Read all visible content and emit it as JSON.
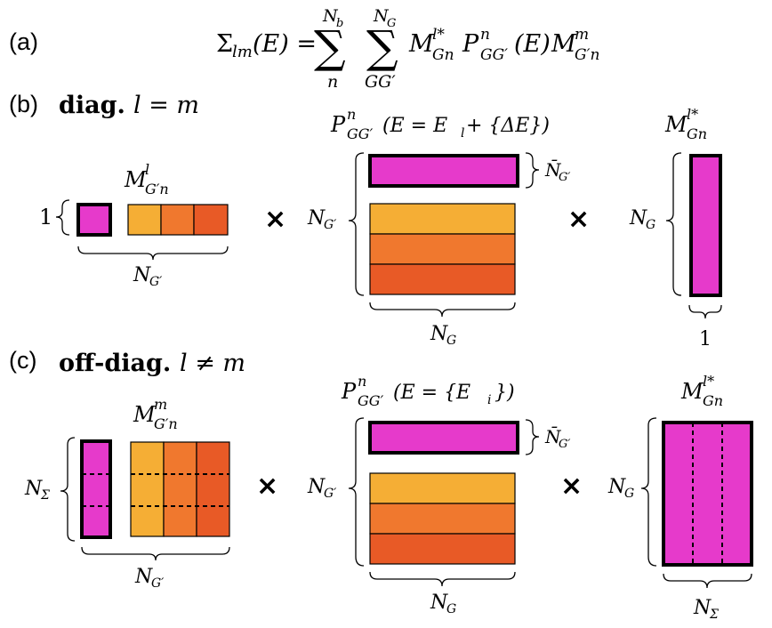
{
  "panel_labels": {
    "a": "(a)",
    "b": "(b)",
    "c": "(c)"
  },
  "equation": {
    "lhs": "Σ",
    "lhs_sub": "lm",
    "lhs_arg": "(E) =",
    "sum1_upper": "N",
    "sum1_upper_sub": "b",
    "sum1_lower": "n",
    "sum2_upper": "N",
    "sum2_upper_sub": "G",
    "sum2_lower": "GG′",
    "sigma": "∑",
    "term1": "M",
    "term1_sup": "l*",
    "term1_sub": "Gn",
    "term2": "P",
    "term2_sup": "n",
    "term2_sub": "GG′",
    "term2_arg": "(E)",
    "term3": "M",
    "term3_sup": "m",
    "term3_sub": "G′n"
  },
  "panel_b": {
    "title_bold": "diag.",
    "title_math": "l = m",
    "row_count_label": "1",
    "m_left": {
      "base": "M",
      "sup": "l",
      "sub": "G′n"
    },
    "m_left_width": {
      "base": "N",
      "sub": "G′"
    },
    "times": "×",
    "p": {
      "base": "P",
      "sup": "n",
      "sub": "GG′",
      "arg": "(E = E",
      "arg_sub": "l",
      "arg_end": " + {ΔE})"
    },
    "p_top_label": {
      "base": "N̄",
      "sub": "G′"
    },
    "p_left_label": {
      "base": "N",
      "sub": "G′"
    },
    "p_bottom_label": {
      "base": "N",
      "sub": "G"
    },
    "m_right": {
      "base": "M",
      "sup": "l*",
      "sub": "Gn"
    },
    "m_right_height": {
      "base": "N",
      "sub": "G"
    },
    "m_right_width": "1"
  },
  "panel_c": {
    "title_bold": "off-diag.",
    "title_math": "l ≠ m",
    "m_left": {
      "base": "M",
      "sup": "m",
      "sub": "G′n"
    },
    "m_left_height": {
      "base": "N",
      "sub": "Σ"
    },
    "m_left_width": {
      "base": "N",
      "sub": "G′"
    },
    "times": "×",
    "p": {
      "base": "P",
      "sup": "n",
      "sub": "GG′",
      "arg": "(E = {E",
      "arg_sub": "i",
      "arg_end": "})"
    },
    "p_top_label": {
      "base": "N̄",
      "sub": "G′"
    },
    "p_left_label": {
      "base": "N",
      "sub": "G′"
    },
    "p_bottom_label": {
      "base": "N",
      "sub": "G"
    },
    "m_right": {
      "base": "M",
      "sup": "l*",
      "sub": "Gn"
    },
    "m_right_height": {
      "base": "N",
      "sub": "G"
    },
    "m_right_width": {
      "base": "N",
      "sub": "Σ"
    }
  },
  "colors": {
    "magenta": "#e63acb",
    "orange_light": "#f5ae35",
    "orange_mid": "#f0782e",
    "orange_dark": "#e85a26"
  }
}
